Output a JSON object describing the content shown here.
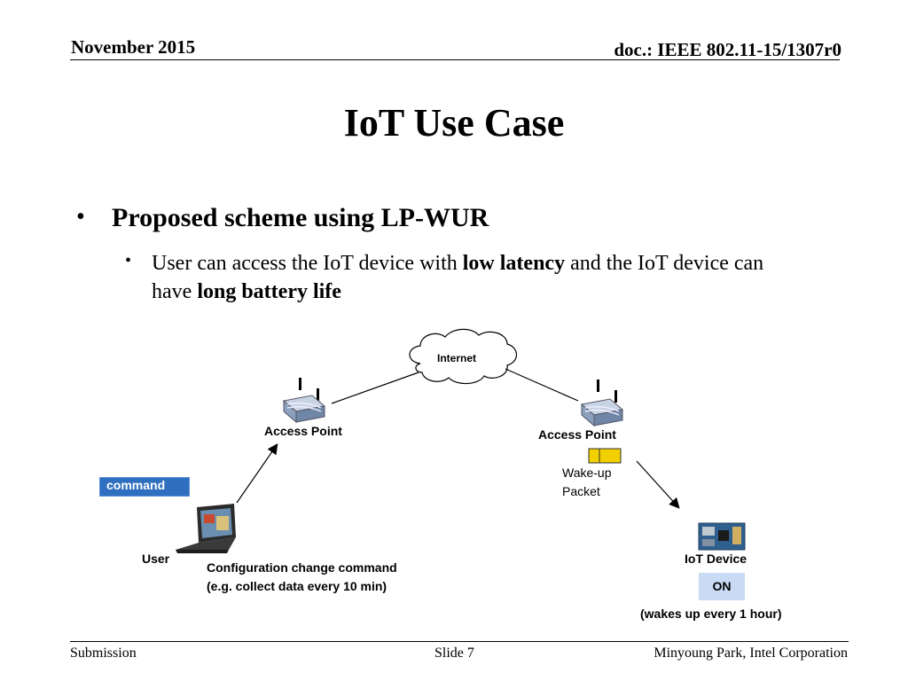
{
  "header": {
    "date": "November 2015",
    "doc": "doc.: IEEE 802.11-15/1307r0"
  },
  "title": "IoT Use Case",
  "bullets": {
    "level1": "Proposed scheme using LP-WUR",
    "level2": {
      "part1": "User can access the IoT device with ",
      "bold1": "low latency",
      "part2": " and the IoT device can have ",
      "bold2": "long battery life"
    }
  },
  "diagram": {
    "internet": "Internet",
    "access_point_left": "Access Point",
    "access_point_right": "Access Point",
    "command": "command",
    "user": "User",
    "config_line1": "Configuration change command",
    "config_line2": "(e.g. collect data every 10 min)",
    "wakeup_line1": "Wake-up",
    "wakeup_line2": "Packet",
    "iot_device": "IoT Device",
    "on": "ON",
    "wakes": "(wakes up every 1 hour)",
    "colors": {
      "command_box": "#2f6fbf",
      "on_box": "#c9daf5",
      "packet": "#f2d000"
    },
    "icons": [
      "cloud-icon",
      "router-icon",
      "laptop-icon",
      "iot-board-icon",
      "arrow-icon"
    ]
  },
  "footer": {
    "left": "Submission",
    "center": "Slide 7",
    "right": "Minyoung Park, Intel Corporation"
  }
}
